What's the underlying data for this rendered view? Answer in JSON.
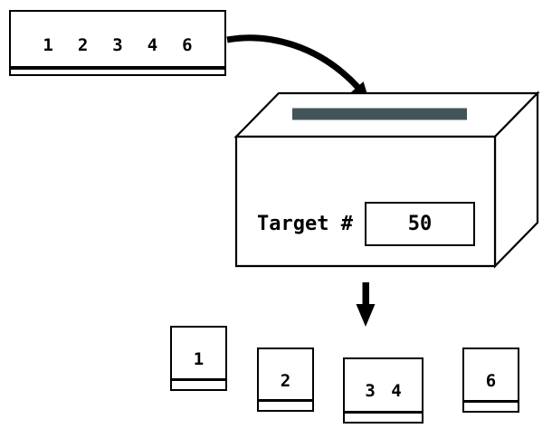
{
  "diagram": {
    "background": "#ffffff",
    "line_color": "#000000",
    "slot_color": "#445559"
  },
  "input_tape": {
    "numbers": [
      "1",
      "2",
      "3",
      "4",
      "6"
    ]
  },
  "machine": {
    "label": "Target #",
    "target_value": "50"
  },
  "output_cards": [
    {
      "label": "1"
    },
    {
      "label": "2"
    },
    {
      "label": "3 4"
    },
    {
      "label": "6"
    }
  ]
}
